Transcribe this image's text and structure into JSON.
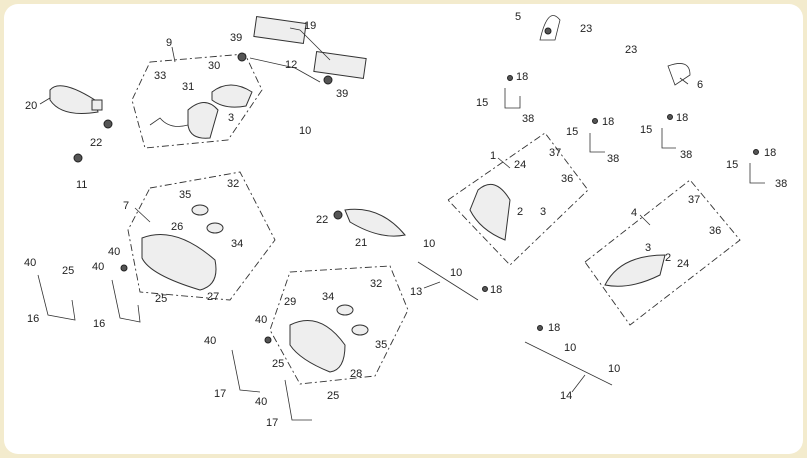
{
  "diagram": {
    "title": "Turn signal / lamp assembly exploded parts diagram",
    "callouts": [
      "9",
      "33",
      "30",
      "31",
      "3",
      "39",
      "19",
      "12",
      "39",
      "10",
      "20",
      "22",
      "11",
      "7",
      "35",
      "32",
      "26",
      "34",
      "40",
      "27",
      "40",
      "25",
      "40",
      "16",
      "16",
      "25",
      "22",
      "21",
      "29",
      "34",
      "32",
      "40",
      "35",
      "28",
      "40",
      "25",
      "17",
      "40",
      "25",
      "17",
      "5",
      "23",
      "23",
      "6",
      "18",
      "15",
      "38",
      "18",
      "15",
      "38",
      "18",
      "15",
      "38",
      "18",
      "15",
      "38",
      "1",
      "24",
      "37",
      "36",
      "2",
      "3",
      "10",
      "10",
      "13",
      "18",
      "4",
      "37",
      "3",
      "2",
      "24",
      "36",
      "18",
      "10",
      "14",
      "10"
    ]
  }
}
